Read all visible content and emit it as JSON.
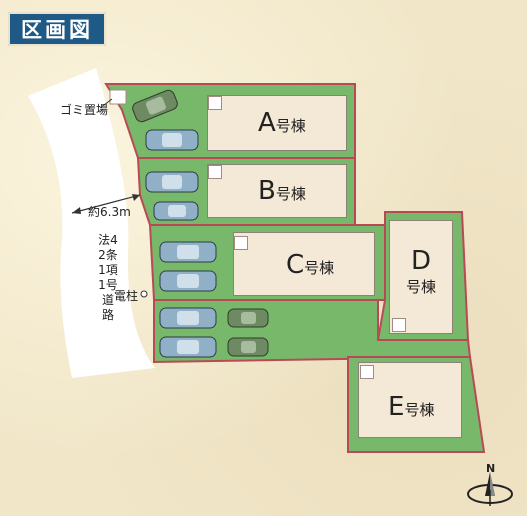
{
  "title": "区画図",
  "road": {
    "width_label": "約6.3m",
    "name": "法42条1項1号道路"
  },
  "labels": {
    "garbage": "ゴミ置場",
    "pole": "電柱"
  },
  "houses": [
    {
      "letter": "A",
      "suffix": "号棟"
    },
    {
      "letter": "B",
      "suffix": "号棟"
    },
    {
      "letter": "C",
      "suffix": "号棟"
    },
    {
      "letter": "D",
      "suffix": "号棟"
    },
    {
      "letter": "E",
      "suffix": "号棟"
    }
  ],
  "compass": {
    "north": "N"
  },
  "colors": {
    "lot_green": "#77b86a",
    "lot_border": "#b94a55",
    "house_fill": "#f4e9d6",
    "car_blue": "#8fb0c6",
    "car_green": "#6d8a63",
    "title_bg": "#1f5a86"
  }
}
